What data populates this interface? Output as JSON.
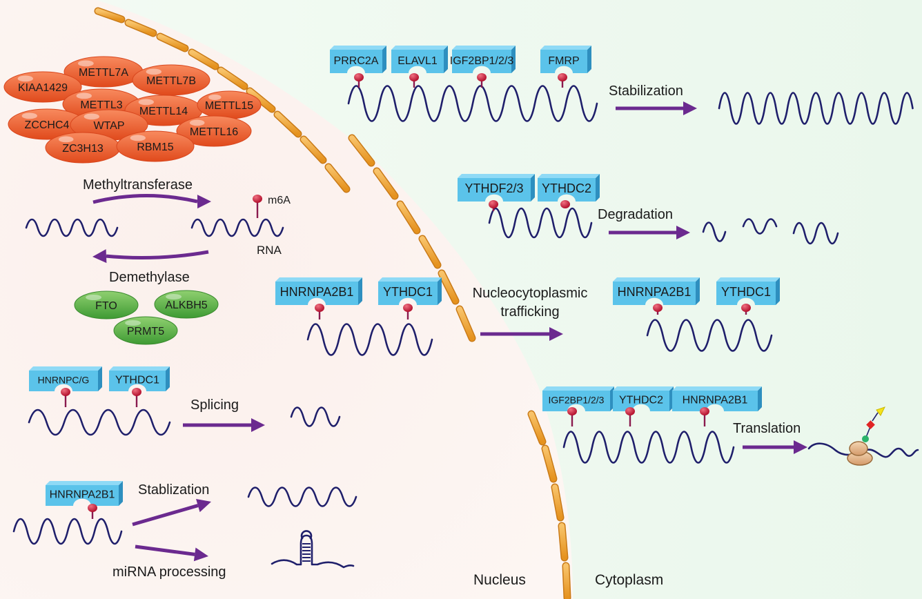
{
  "regions": {
    "nucleus": "Nucleus",
    "cytoplasm": "Cytoplasm"
  },
  "writers": [
    "METTL7A",
    "METTL7B",
    "KIAA1429",
    "METTL3",
    "METTL14",
    "METTL15",
    "ZCCHC4",
    "WTAP",
    "METTL16",
    "ZC3H13",
    "RBM15"
  ],
  "erasers": [
    "FTO",
    "ALKBH5",
    "PRMT5"
  ],
  "labels": {
    "methyltransferase": "Methyltransferase",
    "demethylase": "Demethylase",
    "m6a": "m6A",
    "rna": "RNA"
  },
  "processes": {
    "splicing": {
      "label": "Splicing",
      "readers": [
        "HNRNPC/G",
        "YTHDC1"
      ]
    },
    "nuclear_stab": {
      "label": "Stablization",
      "readers": [
        "HNRNPA2B1"
      ]
    },
    "mirna": {
      "label": "miRNA processing"
    },
    "export": {
      "label_line1": "Nucleocytoplasmic",
      "label_line2": "trafficking",
      "readers_in": [
        "HNRNPA2B1",
        "YTHDC1"
      ],
      "readers_out": [
        "HNRNPA2B1",
        "YTHDC1"
      ]
    },
    "stabilization": {
      "label": "Stabilization",
      "readers": [
        "PRRC2A",
        "ELAVL1",
        "IGF2BP1/2/3",
        "FMRP"
      ]
    },
    "degradation": {
      "label": "Degradation",
      "readers": [
        "YTHDF2/3",
        "YTHDC2"
      ]
    },
    "translation": {
      "label": "Translation",
      "readers": [
        "IGF2BP1/2/3",
        "YTHDC2",
        "HNRNPA2B1"
      ]
    }
  },
  "colors": {
    "writer": "#ee5a2c",
    "eraser": "#5fb64a",
    "reader": "#5bc3ea",
    "membrane": "#f3a93a",
    "arrow": "#6b2a8f",
    "rna": "#1f1f6b",
    "m6a": "#c8213f"
  }
}
